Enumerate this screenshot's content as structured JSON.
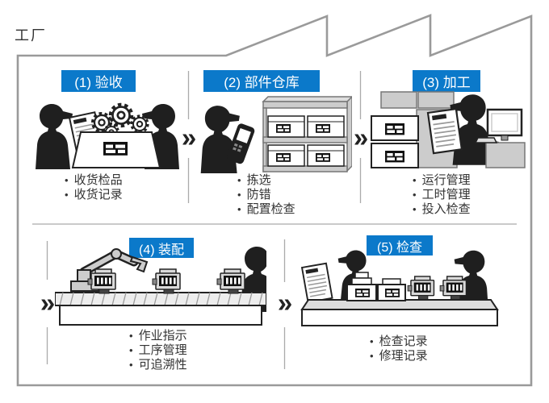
{
  "factory": {
    "label": "工厂"
  },
  "colors": {
    "accent_blue": "#0b79ca",
    "header_text": "#ffffff",
    "outline_gray": "#9a9a9a",
    "divider_gray": "#ababab",
    "ink": "#1f1f1f",
    "text": "#333333",
    "light_gray": "#cccccc"
  },
  "flow": {
    "chevron_char": "»",
    "bullet_char": "•",
    "steps": [
      {
        "label": "(1) 验收",
        "bullets": [
          "收货检品",
          "收货记录"
        ],
        "icons": [
          "worker-icon",
          "document-icon",
          "gears-icon",
          "parts-tray-icon",
          "worker-icon"
        ]
      },
      {
        "label": "(2) 部件仓库",
        "bullets": [
          "拣选",
          "防错",
          "配置检查"
        ],
        "icons": [
          "worker-icon",
          "handheld-scanner-icon",
          "parts-shelf-icon",
          "box-label-icon"
        ]
      },
      {
        "label": "(3) 加工",
        "bullets": [
          "运行管理",
          "工时管理",
          "投入检查"
        ],
        "icons": [
          "stacked-boxes-icon",
          "checklist-icon",
          "worker-icon",
          "computer-monitor-icon"
        ]
      },
      {
        "label": "(4) 装配",
        "bullets": [
          "作业指示",
          "工序管理",
          "可追溯性"
        ],
        "icons": [
          "robot-arm-icon",
          "conveyor-belt-icon",
          "product-unit-icon",
          "worker-icon"
        ]
      },
      {
        "label": "(5) 检查",
        "bullets": [
          "检查记录",
          "修理记录"
        ],
        "icons": [
          "checklist-icon",
          "worker-icon",
          "packed-box-icon",
          "product-unit-icon",
          "inspection-table-icon",
          "worker-icon"
        ]
      }
    ]
  }
}
